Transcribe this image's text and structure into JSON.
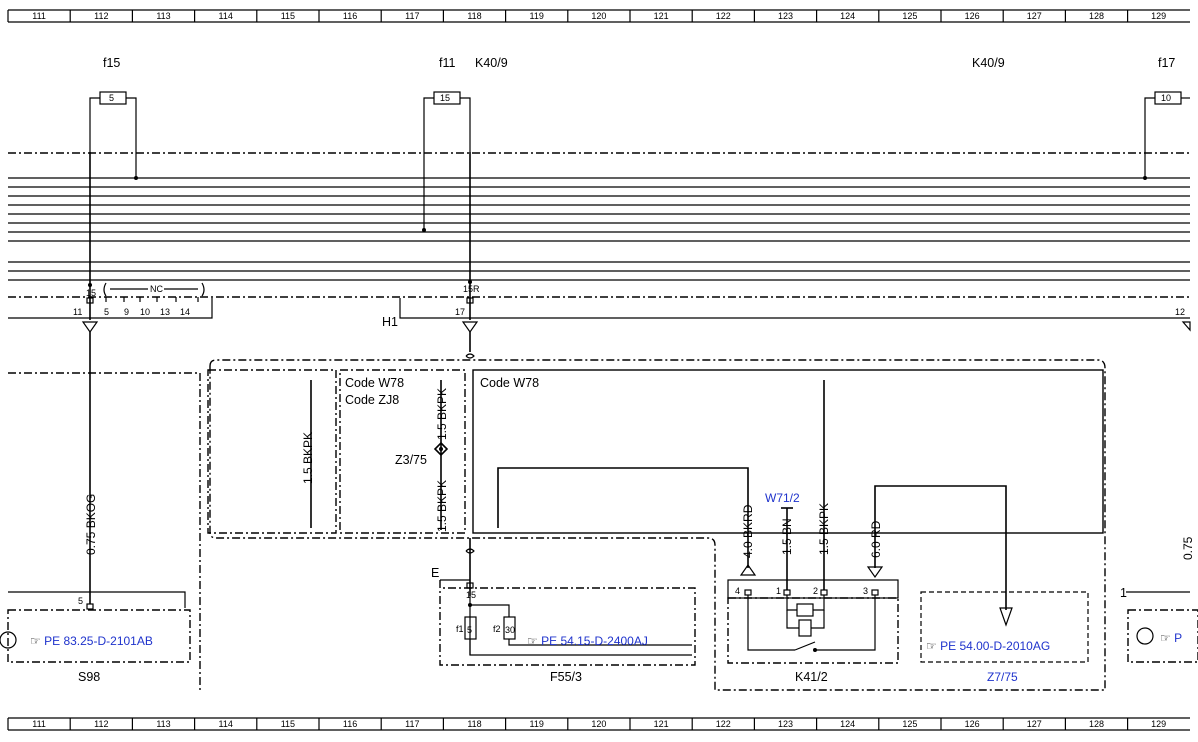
{
  "grid": {
    "columns": [
      "111",
      "112",
      "113",
      "114",
      "115",
      "116",
      "117",
      "118",
      "119",
      "120",
      "121",
      "122",
      "123",
      "124",
      "125",
      "126",
      "127",
      "128",
      "129"
    ]
  },
  "fuses": [
    {
      "name": "f15",
      "value": "5"
    },
    {
      "name": "f11",
      "value": "15"
    },
    {
      "name": "f17",
      "value": "10"
    }
  ],
  "labels": {
    "k40_a": "K40/9",
    "k40_b": "K40/9",
    "nc": "NC",
    "pin15": "15",
    "pin15r": "15R",
    "h1": "H1",
    "pin17": "17",
    "pin12": "12",
    "pins_left": [
      "11",
      "5",
      "9",
      "10",
      "13",
      "14"
    ],
    "code_w78_a": "Code W78",
    "code_zj8": "Code ZJ8",
    "code_w78_b": "Code W78",
    "z3": "Z3/75",
    "w71": "W71/2",
    "e": "E",
    "one": "1"
  },
  "wires": {
    "w_075bkog": "0.75 BKOG",
    "w_15bkpk_a": "1.5 BKPK",
    "w_15bkpk_b": "1.5 BKPK",
    "w_15bkpk_c": "1.5 BKPK",
    "w_40bkrd": "4.0 BKRD",
    "w_15bn": "1.5 BN",
    "w_15bkpk_d": "1.5 BKPK",
    "w_60rd": "6.0 RD",
    "w_partial": "0.75"
  },
  "components": {
    "s98": "S98",
    "f553": "F55/3",
    "k412": "K41/2",
    "z775": "Z7/75",
    "s98_pin": "5",
    "f553_pin": "15",
    "f1": "f1",
    "f1_val": "5",
    "f2": "f2",
    "f2_val": "30",
    "k_pins": [
      "4",
      "1",
      "2",
      "3"
    ]
  },
  "refs": {
    "ref1": "PE 83.25-D-2101AB",
    "ref2": "PE 54.15-D-2400AJ",
    "ref3": "PE 54.00-D-2010AG",
    "ref4": "P"
  },
  "icons": {
    "hand": "pointing-hand-icon",
    "bulb": "lamp-icon"
  }
}
